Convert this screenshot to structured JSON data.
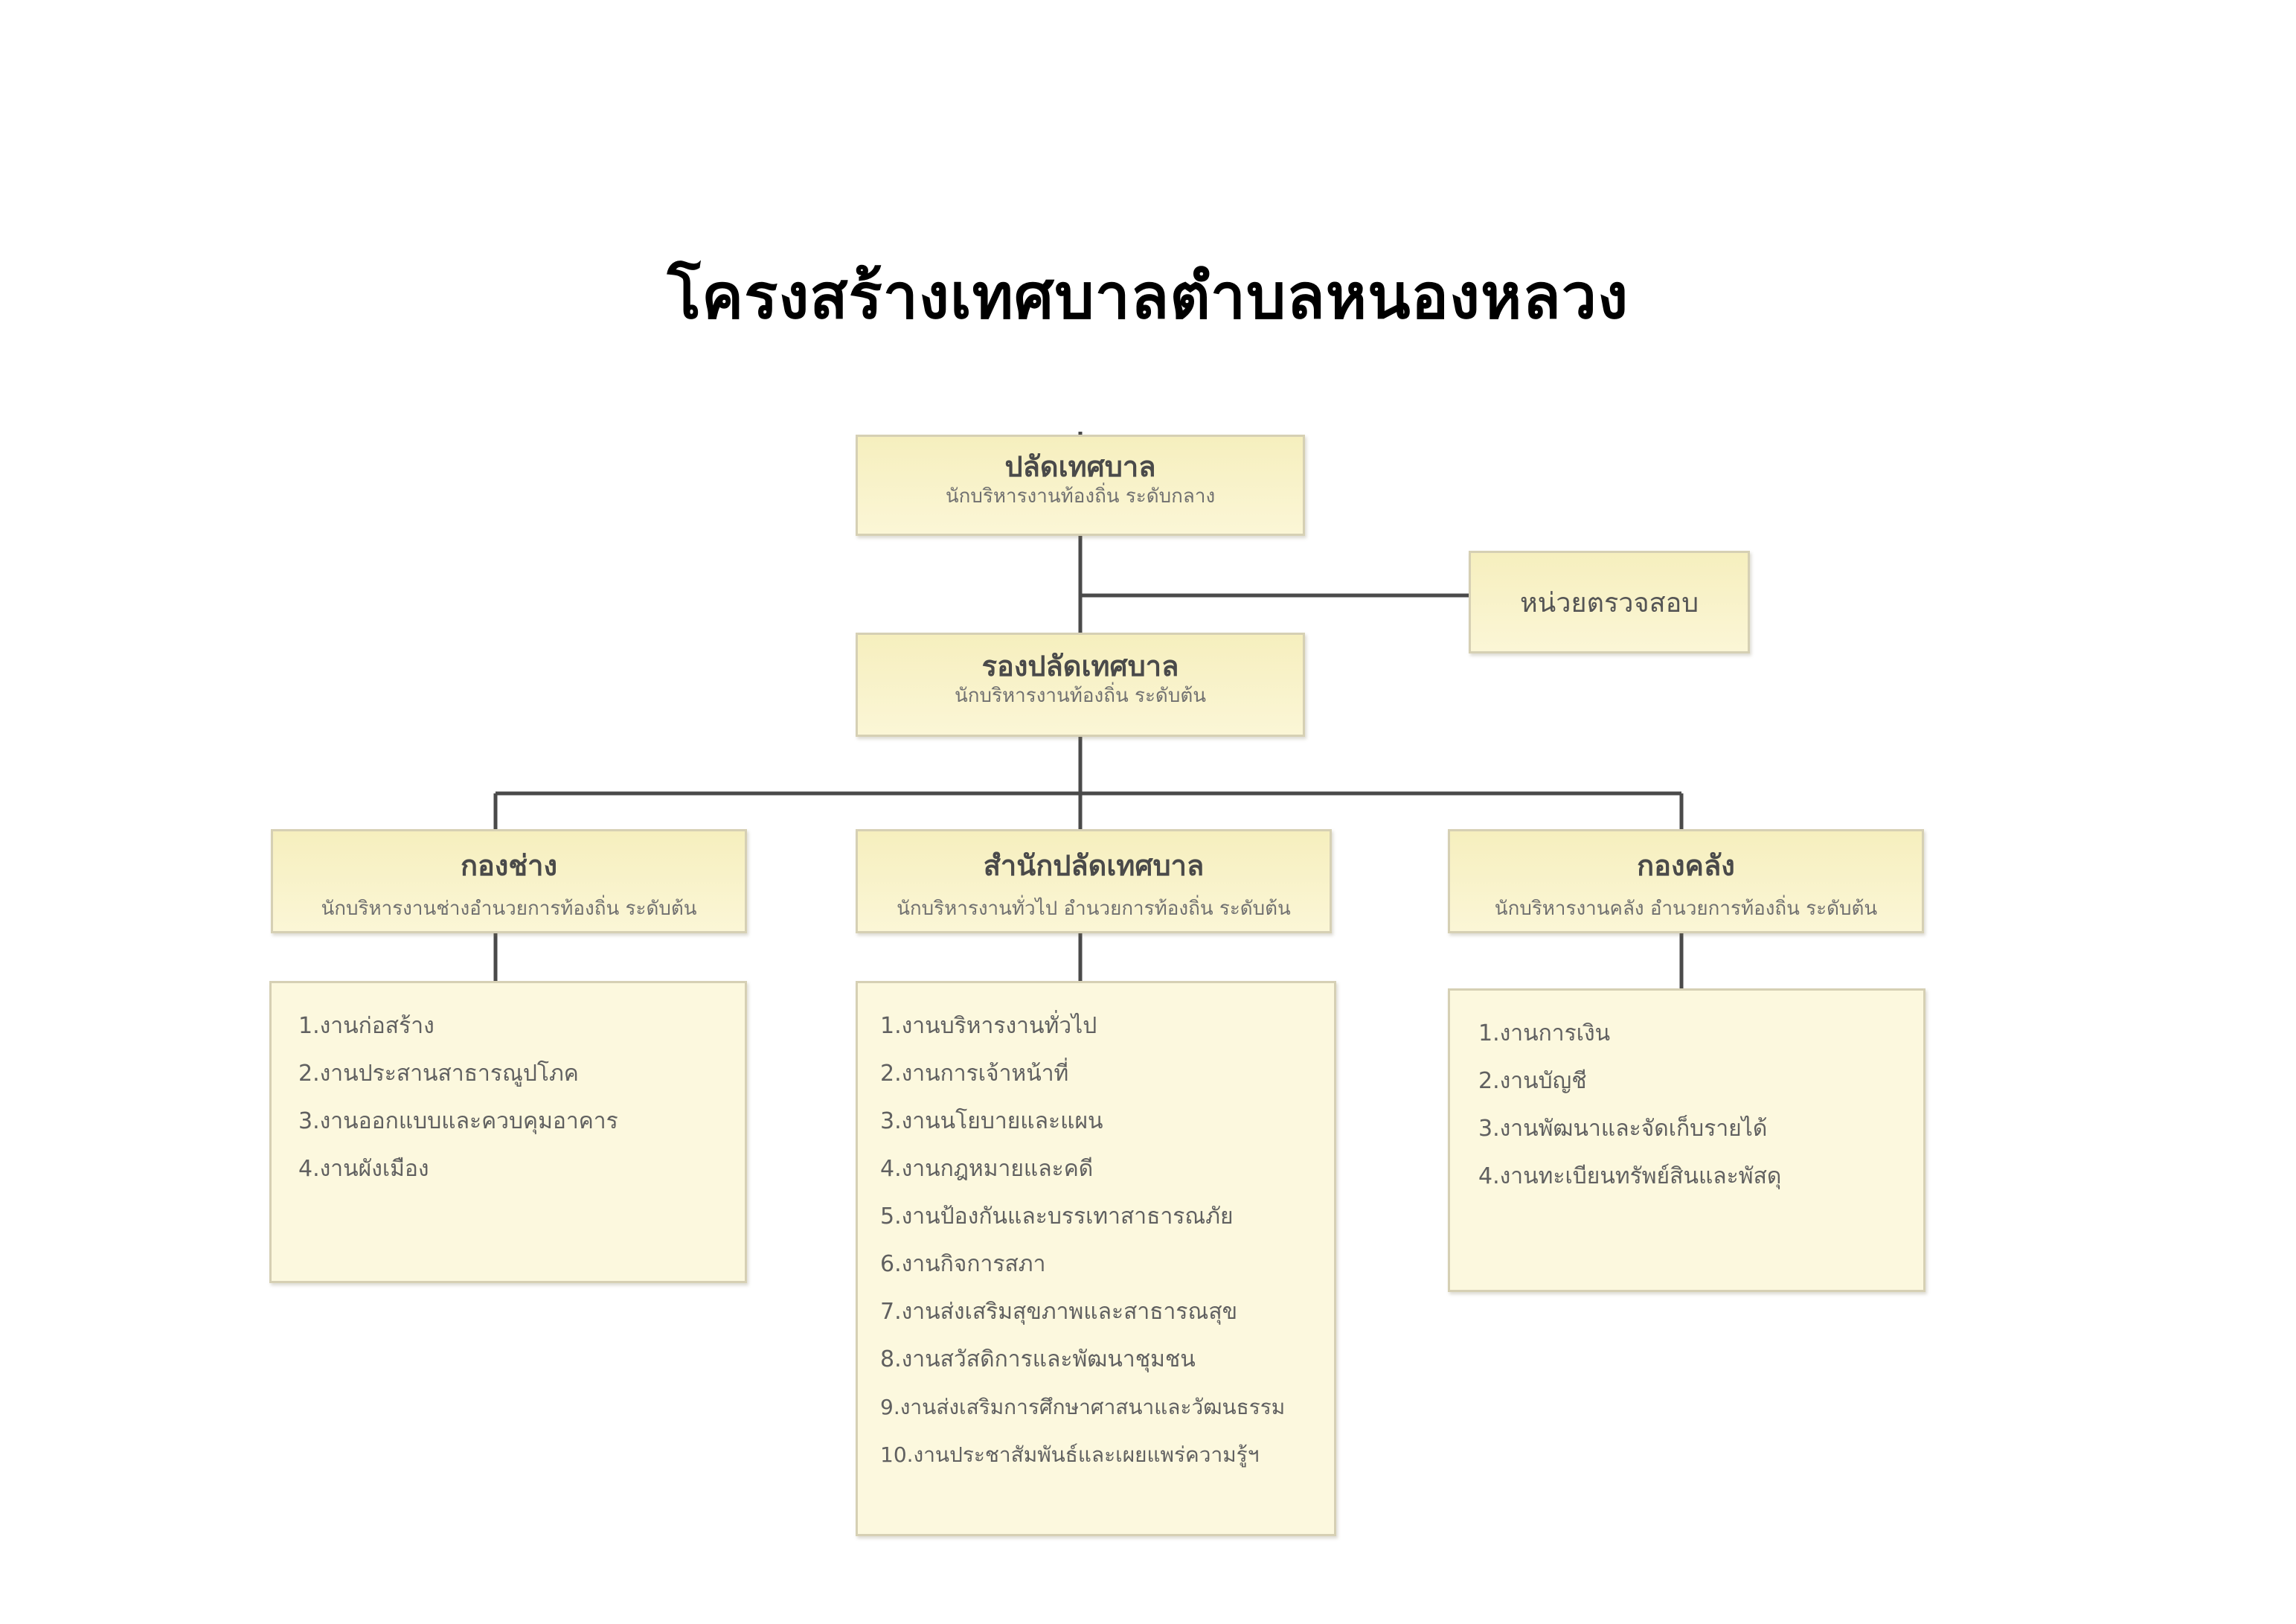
{
  "title": "โครงสร้างเทศบาลตำบลหนองหลวง",
  "top": {
    "title": "ปลัดเทศบาล",
    "subtitle": "นักบริหารงานท้องถิ่น ระดับกลาง"
  },
  "audit": {
    "title": "หน่วยตรวจสอบ"
  },
  "deputy": {
    "title": "รองปลัดเทศบาล",
    "subtitle": "นักบริหารงานท้องถิ่น ระดับต้น"
  },
  "departments": [
    {
      "title": "กองช่าง",
      "subtitle": "นักบริหารงานช่างอำนวยการท้องถิ่น ระดับต้น",
      "items": [
        "1.งานก่อสร้าง",
        "2.งานประสานสาธารณูปโภค",
        "3.งานออกแบบและควบคุมอาคาร",
        "4.งานผังเมือง"
      ]
    },
    {
      "title": "สำนักปลัดเทศบาล",
      "subtitle": "นักบริหารงานทั่วไป อำนวยการท้องถิ่น ระดับต้น",
      "items": [
        "1.งานบริหารงานทั่วไป",
        "2.งานการเจ้าหน้าที่",
        "3.งานนโยบายและแผน",
        "4.งานกฎหมายและคดี",
        "5.งานป้องกันและบรรเทาสาธารณภัย",
        "6.งานกิจการสภา",
        "7.งานส่งเสริมสุขภาพและสาธารณสุข",
        "8.งานสวัสดิการและพัฒนาชุมชน",
        "9.งานส่งเสริมการศึกษาศาสนาและวัฒนธรรม",
        "10.งานประชาสัมพันธ์และเผยแพร่ความรู้ฯ"
      ]
    },
    {
      "title": "กองคลัง",
      "subtitle": "นักบริหารงานคลัง อำนวยการท้องถิ่น ระดับต้น",
      "items": [
        "1.งานการเงิน",
        "2.งานบัญชี",
        "3.งานพัฒนาและจัดเก็บรายได้",
        "4.งานทะเบียนทรัพย์สินและพัสดุ"
      ]
    }
  ]
}
